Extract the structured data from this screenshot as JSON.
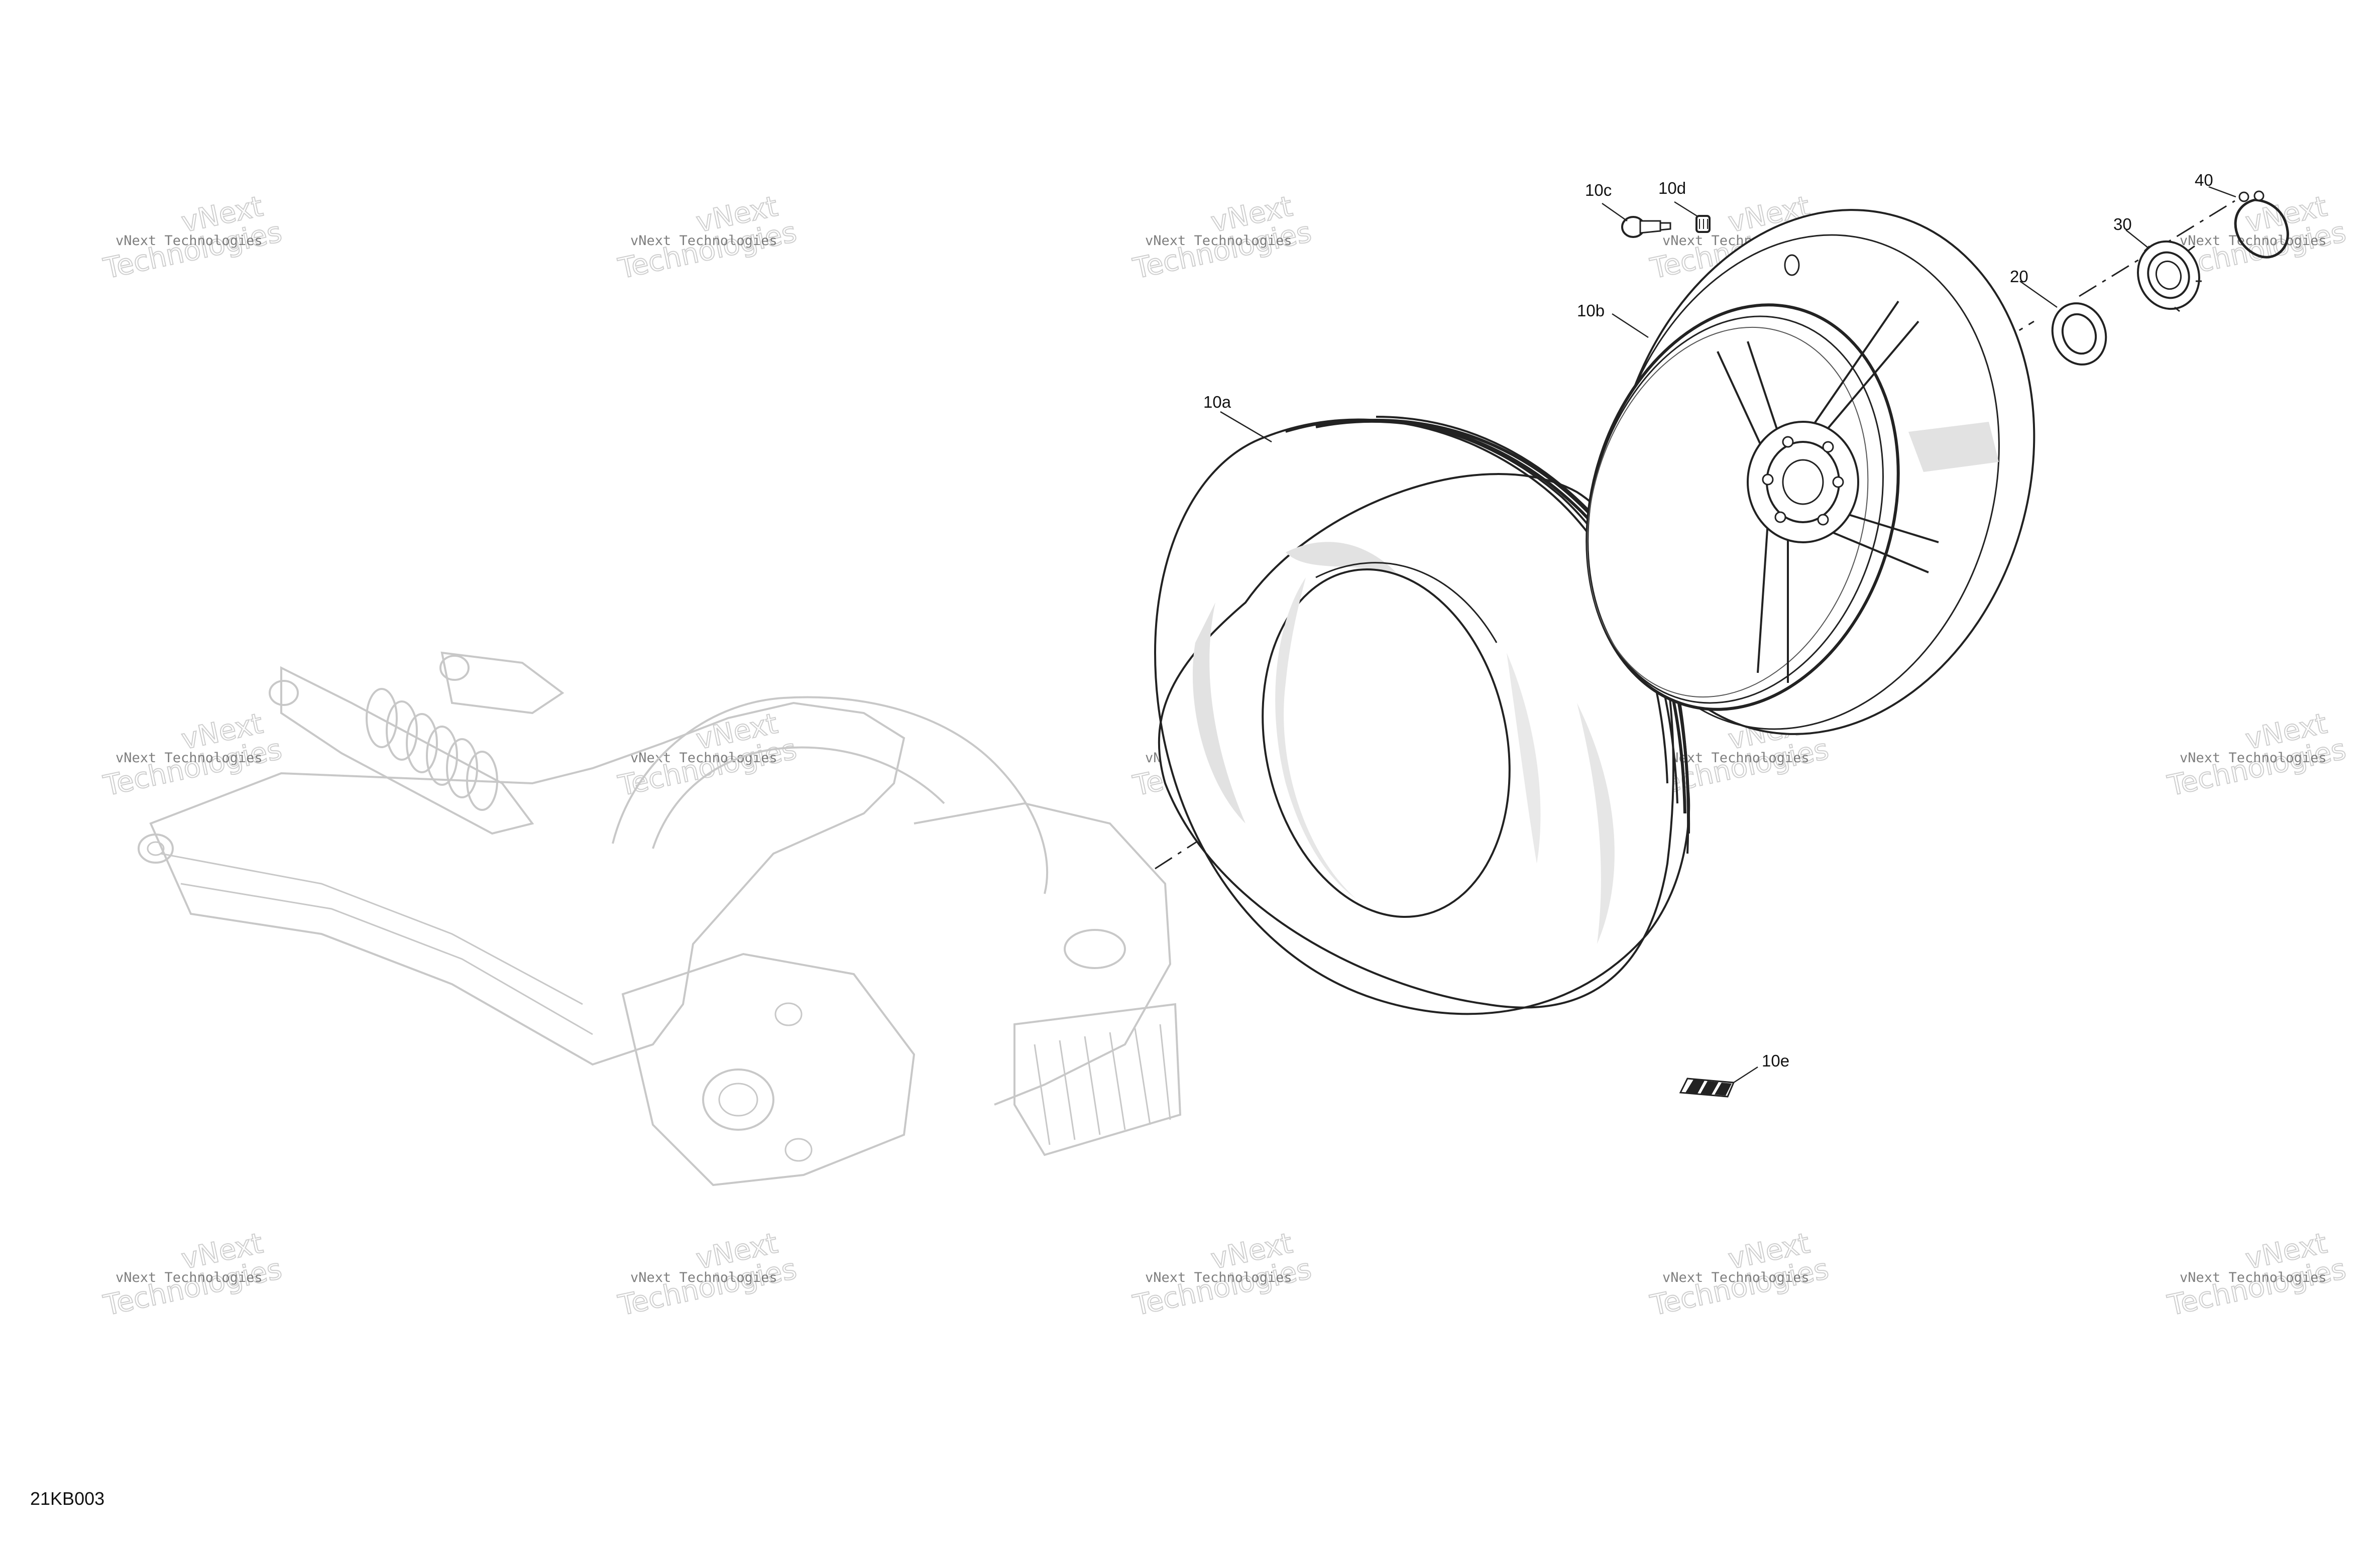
{
  "diagram": {
    "drawing_id": "21KB003",
    "callouts": [
      {
        "id": "10a",
        "label": "10a"
      },
      {
        "id": "10b",
        "label": "10b"
      },
      {
        "id": "10c",
        "label": "10c"
      },
      {
        "id": "10d",
        "label": "10d"
      },
      {
        "id": "10e",
        "label": "10e"
      },
      {
        "id": "20",
        "label": "20"
      },
      {
        "id": "30",
        "label": "30"
      },
      {
        "id": "40",
        "label": "40"
      }
    ]
  },
  "watermark": {
    "line1": "vNext Technologies",
    "line2": "vNext",
    "line3": "Technologies"
  },
  "colors": {
    "line": "#222222",
    "faint_line": "#c8c8c8",
    "shade": "#e2e2e2"
  }
}
